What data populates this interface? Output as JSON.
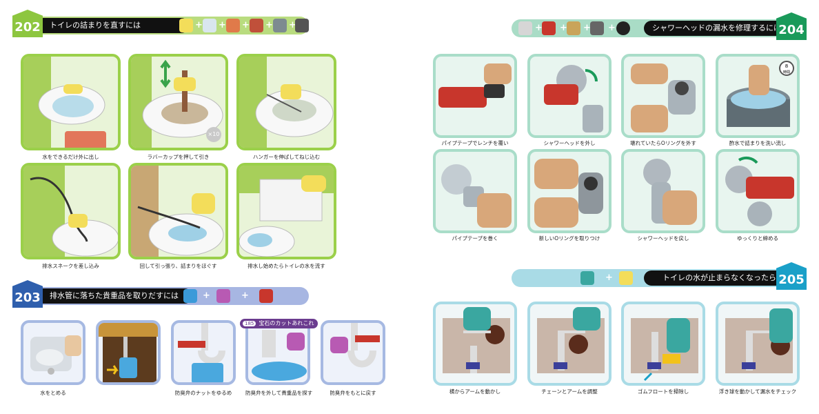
{
  "sections": {
    "s202": {
      "number": "202",
      "title": "トイレの詰まりを直すには"
    },
    "s203": {
      "number": "203",
      "title": "排水管に落ちた貴重品を取りだすには"
    },
    "s204": {
      "number": "204",
      "title": "シャワーヘッドの漏水を修理するには"
    },
    "s205": {
      "number": "205",
      "title": "トイレの水が止まらなくなったら"
    }
  },
  "captions202": [
    "水をできるだけ外に出し",
    "ラバーカップを押して引き",
    "ハンガーを伸ばしてねじ込む",
    "排水スネークを差し込み",
    "回して引っ張り、詰まりをほぐす",
    "排水し始めたらトイレの水を流す"
  ],
  "captions203": [
    "水をとめる",
    "",
    "防臭弁のナットをゆるめ",
    "防臭弁を外して貴重品を探す",
    "防臭弁をもとに戻す"
  ],
  "captions204": [
    "パイプテープでレンチを覆い",
    "シャワーヘッドを外し",
    "壊れていたらOリングを外す",
    "酢水で詰まりを洗い流し",
    "パイプテープを巻く",
    "新しいOリングを取りつけ",
    "シャワーヘッドを戻し",
    "ゆっくりと締める"
  ],
  "captions205": [
    "横からアームを動かし",
    "チェーンとアームを調整",
    "ゴムフロートを掃除し",
    "浮き球を動かして漏水をチェック"
  ],
  "badges": {
    "x10": "×10",
    "hours": "8",
    "hours_unit": "時間",
    "ref_number": "185",
    "ref_text": "宝石のカットあれこれ"
  },
  "colors": {
    "green": "#8dc63f",
    "dark_green": "#1a9a5a",
    "blue": "#2f5fad",
    "cyan": "#1aa0c8"
  }
}
